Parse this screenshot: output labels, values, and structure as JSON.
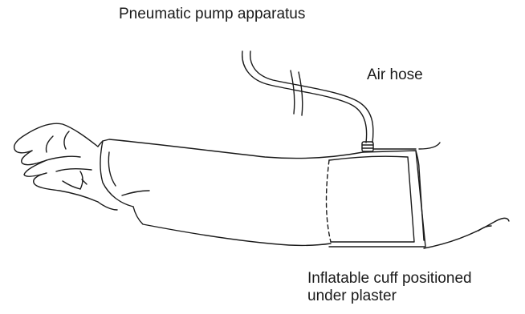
{
  "labels": {
    "pump": "Pneumatic pump apparatus",
    "hose": "Air hose",
    "cuff_line1": "Inflatable cuff positioned",
    "cuff_line2": "under plaster"
  },
  "colors": {
    "ink": "#1a1a1a",
    "background": "#ffffff"
  }
}
